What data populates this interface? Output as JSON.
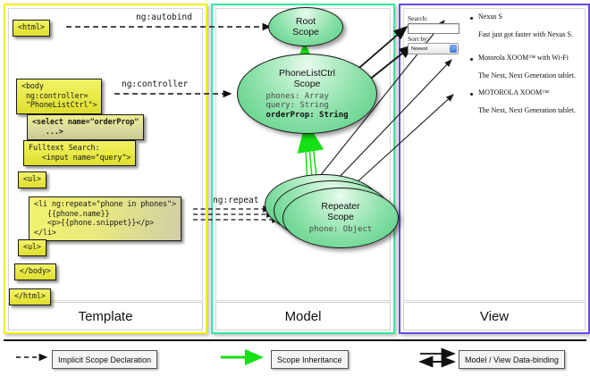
{
  "diagram": {
    "title": "AngularJS Template / Model / View scope diagram",
    "colors": {
      "template_border": "#f2f20d",
      "model_border": "#37e9a0",
      "view_border": "#6a4ce0",
      "code_box": "#eaea4b",
      "scope_fill": "#8fe2ab",
      "inheritance_arrow": "#16e016",
      "databinding_arrow": "#111111"
    }
  },
  "panels": {
    "template": {
      "label": "Template",
      "boxes": [
        {
          "name": "html-open",
          "text": "<html>"
        },
        {
          "name": "body-open",
          "text": "<body\n ng:controller=\n \"PhoneListCtrl\">"
        },
        {
          "name": "select-order",
          "text": "<select name=\"orderProp\"\n   ...>"
        },
        {
          "name": "fulltext",
          "text": "Fulltext Search:\n   <input name=\"query\">"
        },
        {
          "name": "ul-open",
          "text": "<ul>"
        },
        {
          "name": "li-repeat",
          "text": "<li ng:repeat=\"phone in phones\">\n   {{phone.name}}\n   <p>{{phone.snippet}}</p>\n</li>"
        },
        {
          "name": "ul-close",
          "text": "<ul>"
        },
        {
          "name": "body-close",
          "text": "</body>"
        },
        {
          "name": "html-close",
          "text": "</html>"
        }
      ]
    },
    "model": {
      "label": "Model",
      "scopes": [
        {
          "name": "root-scope",
          "title": "Root\nScope",
          "props": []
        },
        {
          "name": "phonelistctrl-scope",
          "title": "PhoneListCtrl\nScope",
          "props": [
            {
              "text": "phones: Array",
              "bold": false
            },
            {
              "text": "query: String",
              "bold": false
            },
            {
              "text": "orderProp: String",
              "bold": true
            }
          ]
        },
        {
          "name": "repeater-scope",
          "title": "Repeater\nScope",
          "props": [
            {
              "text": "phone: Object",
              "bold": false
            }
          ]
        }
      ]
    },
    "view": {
      "label": "View",
      "search_label": "Search:",
      "search_value": "",
      "sort_label": "Sort by:",
      "sort_value": "Newest",
      "items": [
        {
          "name": "Nexus S",
          "snippet": "Fast just got faster with Nexus S."
        },
        {
          "name": "Motorola XOOM™ with Wi-Fi",
          "snippet": "The Next, Next Generation tablet."
        },
        {
          "name": "MOTOROLA XOOM™",
          "snippet": "The Next, Next Generation tablet."
        }
      ]
    }
  },
  "edge_labels": {
    "autobind": "ng:autobind",
    "controller": "ng:controller",
    "repeat": "ng:repeat"
  },
  "legend": [
    {
      "name": "implicit-scope-declaration",
      "label": "Implicit Scope Declaration",
      "arrow": "dashed"
    },
    {
      "name": "scope-inheritance",
      "label": "Scope Inheritance",
      "arrow": "green"
    },
    {
      "name": "model-view-data-binding",
      "label": "Model / View Data-binding",
      "arrow": "double"
    }
  ]
}
